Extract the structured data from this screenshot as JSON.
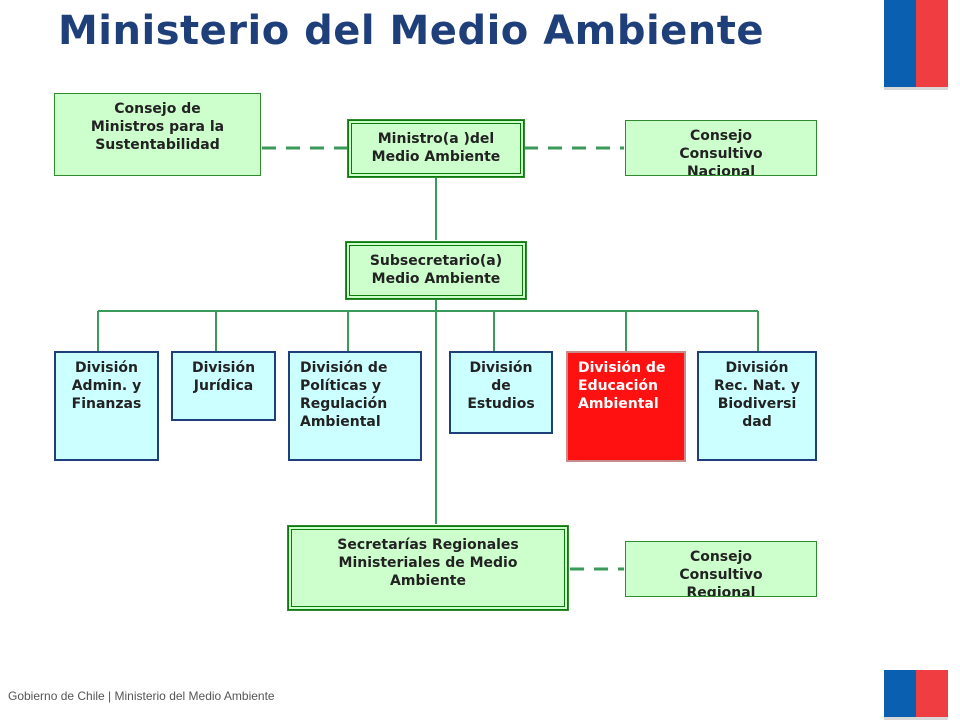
{
  "title": "Ministerio del Medio Ambiente",
  "footer": "Gobierno de Chile | Ministerio del Medio Ambiente",
  "colors": {
    "title": "#1f3f7a",
    "connector": "#3a9a5a",
    "green_fill": "#ccffcc",
    "cyan_fill": "#ccffff",
    "highlight": "#ff1111",
    "flag_blue": "#0b5fb0",
    "flag_red": "#ef3e42"
  },
  "nodes": {
    "consejo_ministros": "Consejo de\nMinistros para la\nSustentabilidad",
    "ministro": "Ministro(a )del\nMedio Ambiente",
    "consejo_nacional": "Consejo\nConsultivo\nNacional",
    "subsecretario": "Subsecretario(a)\nMedio Ambiente",
    "seremi": "Secretarías Regionales\nMinisteriales de Medio\nAmbiente",
    "consejo_regional": "Consejo\nConsultivo\nRegional"
  },
  "divisions": [
    "División\nAdmin. y\nFinanzas",
    "División\nJurídica",
    "División de\nPolíticas y\nRegulación\nAmbiental",
    "División\nde\nEstudios",
    "División de\nEducación\nAmbiental",
    "División\nRec. Nat. y\nBiodiversi\ndad"
  ]
}
